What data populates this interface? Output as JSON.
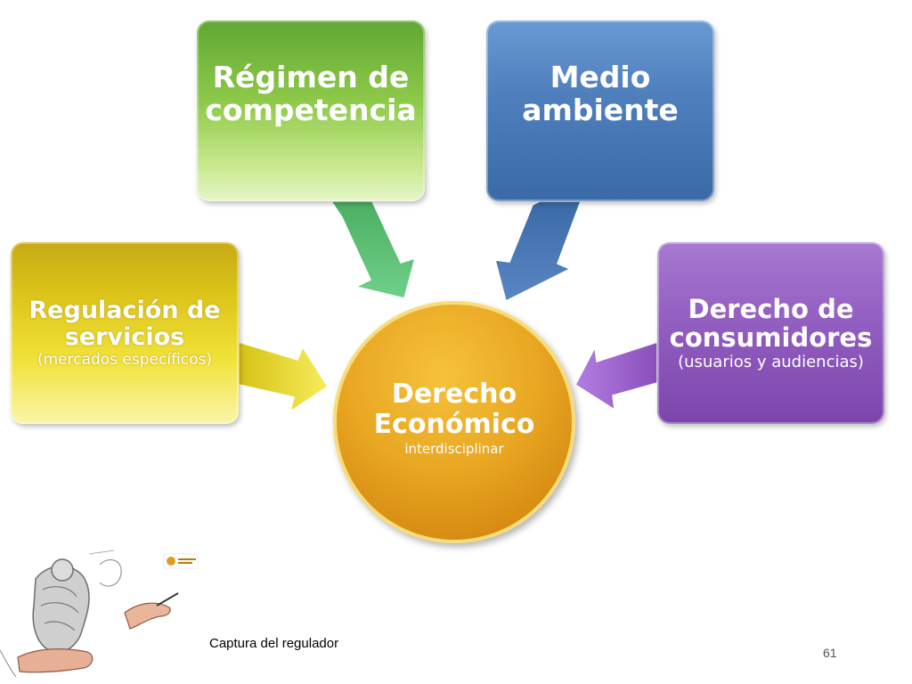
{
  "diagram": {
    "center": {
      "title": "Derecho Económico",
      "subtitle": "interdisciplinar",
      "color": "#e9a722"
    },
    "nodes": {
      "competencia": {
        "title": "Régimen de competencia",
        "color": "#8ec94a"
      },
      "ambiente": {
        "title": "Medio ambiente",
        "color": "#4f80bd"
      },
      "regulacion": {
        "title": "Regulación de servicios",
        "subtitle": "(mercados específicos)",
        "color": "#ddc51a"
      },
      "consumidores": {
        "title": "Derecho de consumidores",
        "subtitle": "(usuarios y audiencias)",
        "color": "#9460c2"
      }
    }
  },
  "footer": {
    "caption": "Captura del regulador",
    "page_number": "61"
  }
}
